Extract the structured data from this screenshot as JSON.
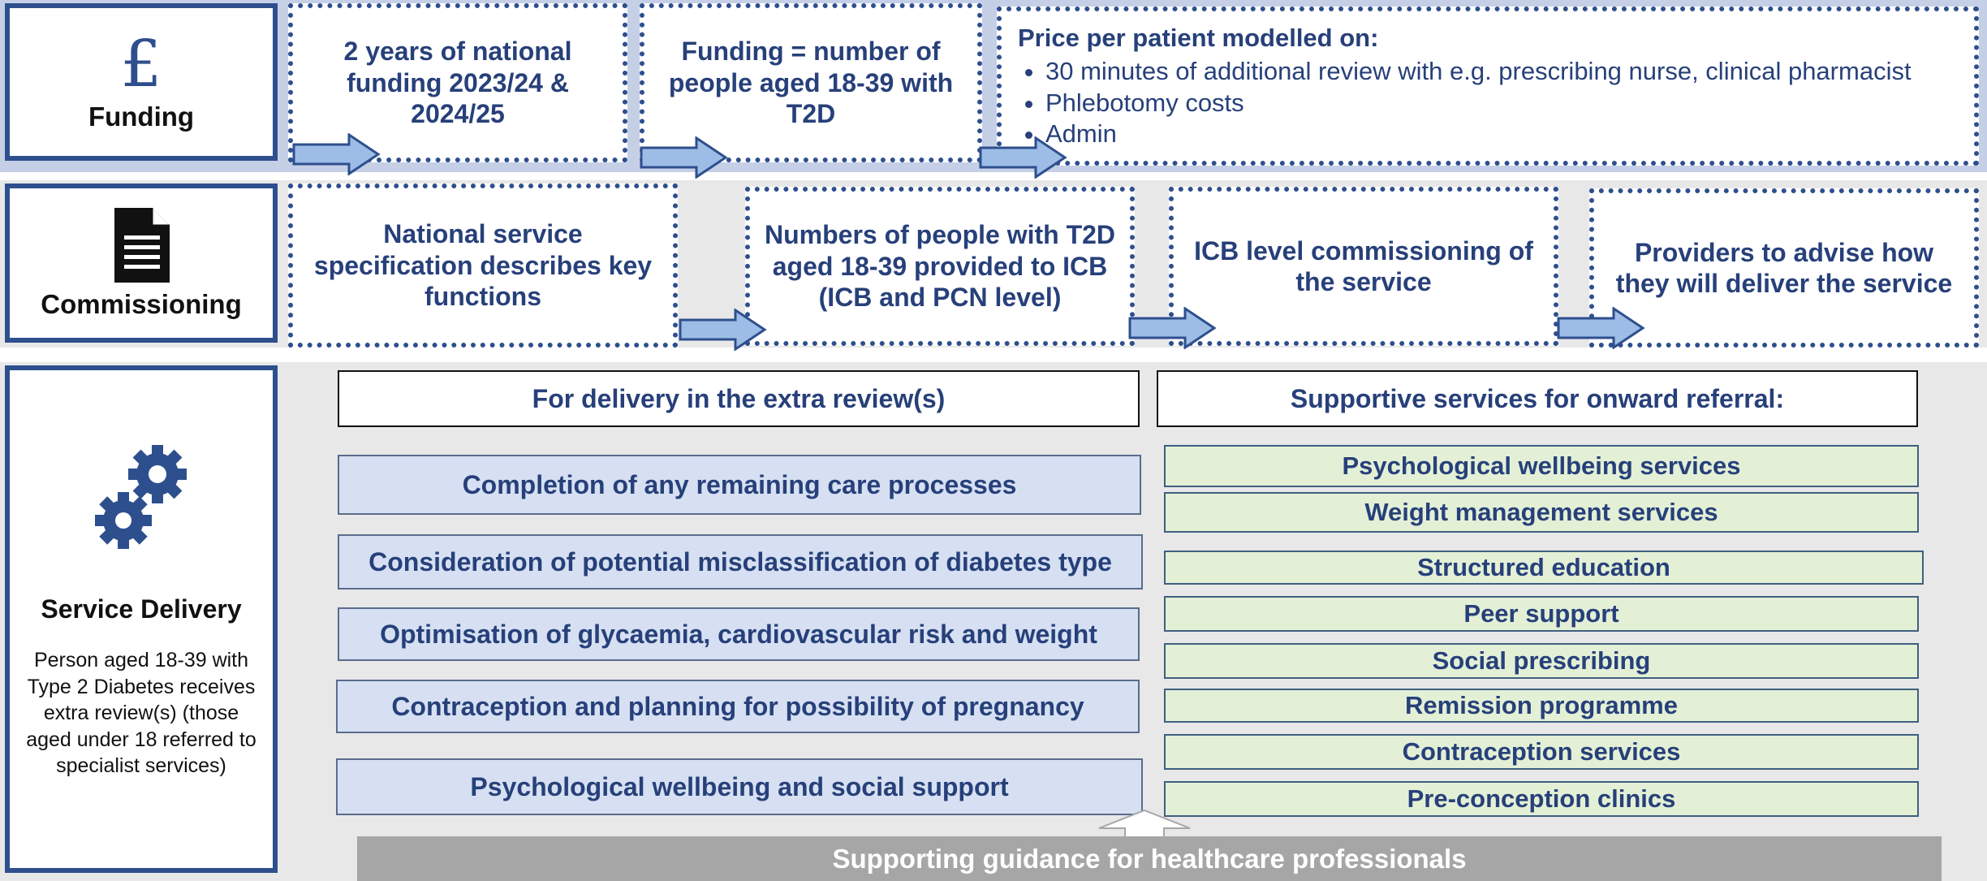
{
  "funding": {
    "label": "Funding",
    "icon": "pound-icon",
    "icon_glyph": "£",
    "box1": "2 years of national funding 2023/24 & 2024/25",
    "box2": "Funding = number of people aged 18-39 with T2D",
    "price_title": "Price per patient modelled on:",
    "price_items": [
      "30 minutes of additional review with e.g. prescribing nurse, clinical pharmacist",
      "Phlebotomy costs",
      "Admin"
    ]
  },
  "commissioning": {
    "label": "Commissioning",
    "icon": "document-icon",
    "boxes": [
      "National service specification describes key functions",
      "Numbers of people with T2D aged 18-39 provided to ICB (ICB and PCN level)",
      "ICB level commissioning of the service",
      "Providers to advise how they will deliver the service"
    ]
  },
  "service_delivery": {
    "label": "Service Delivery",
    "icon": "gears-icon",
    "description": "Person aged 18-39 with Type 2 Diabetes receives extra review(s) (those aged under 18 referred to specialist services)",
    "left_header": "For delivery in the extra review(s)",
    "left_items": [
      "Completion of any remaining care processes",
      "Consideration of potential misclassification of diabetes type",
      "Optimisation of glycaemia, cardiovascular risk and weight",
      "Contraception and planning for possibility of pregnancy",
      "Psychological wellbeing and social support"
    ],
    "right_header": "Supportive services for onward referral:",
    "right_items": [
      "Psychological wellbeing services",
      "Weight management services",
      "Structured education",
      "Peer support",
      "Social prescribing",
      "Remission programme",
      "Contraception services",
      "Pre-conception clinics"
    ],
    "guidance": "Supporting guidance for healthcare professionals"
  },
  "colors": {
    "navy": "#2e4f8e",
    "text_blue": "#27407a",
    "arrow_fill": "#9dbde6",
    "band_blue": "#c5cfe6",
    "band_grey": "#e8e8e8",
    "blue_item": "#d6e0f2",
    "green_item": "#e3f0d6",
    "guidance_grey": "#a6a6a6"
  }
}
